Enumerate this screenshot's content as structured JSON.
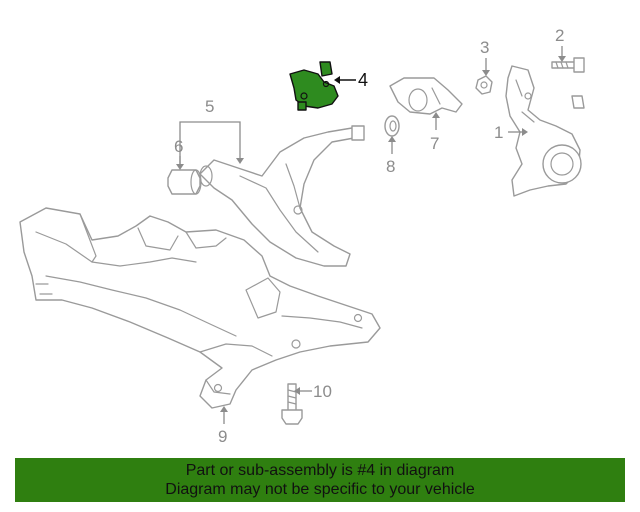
{
  "diagram": {
    "callouts": [
      "1",
      "2",
      "3",
      "4",
      "5",
      "6",
      "7",
      "8",
      "9",
      "10"
    ],
    "highlighted_callout": "4",
    "colors": {
      "highlight": "#2e8b1f",
      "line_art": "#9a9a9a",
      "banner": "#2f7f10"
    }
  },
  "banner": {
    "line1": "Part or sub-assembly is #4 in diagram",
    "line2": "Diagram may not be specific to your vehicle"
  }
}
